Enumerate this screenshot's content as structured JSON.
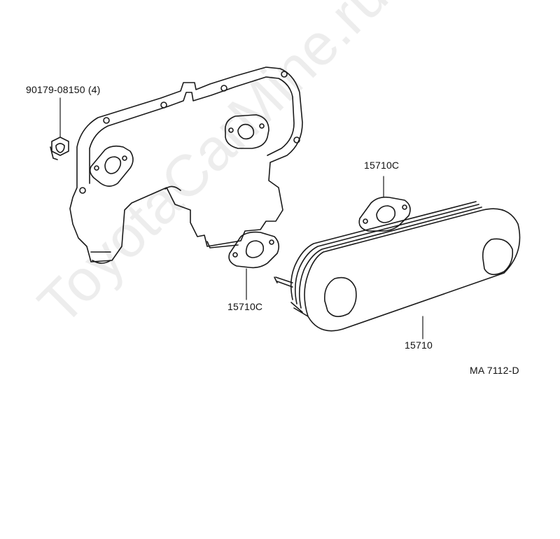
{
  "labels": {
    "bolt": "90179-08150 (4)",
    "gasket_top": "15710C",
    "gasket_bottom": "15710C",
    "oil_cooler": "15710",
    "diagram_code": "MA 7112-D"
  },
  "watermark": "ToyotaCarMine.ru",
  "colors": {
    "line": "#1a1a1a",
    "background": "#ffffff"
  }
}
